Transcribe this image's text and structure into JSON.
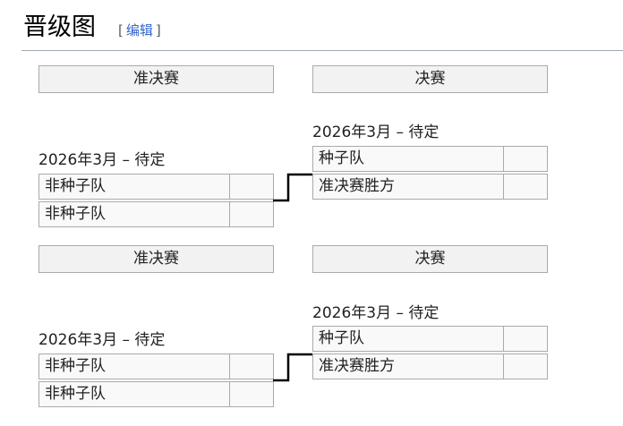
{
  "heading": {
    "title": "晋级图",
    "edit_bracket_open": "[",
    "edit_label": "编辑",
    "edit_bracket_close": "]"
  },
  "brackets": [
    {
      "semifinal": {
        "round_label": "准决赛",
        "date": "2026年3月 – 待定",
        "teams": [
          {
            "name": "非种子队",
            "score": ""
          },
          {
            "name": "非种子队",
            "score": ""
          }
        ]
      },
      "final": {
        "round_label": "决赛",
        "date": "2026年3月 – 待定",
        "teams": [
          {
            "name": "种子队",
            "score": ""
          },
          {
            "name": "准决赛胜方",
            "score": ""
          }
        ]
      }
    },
    {
      "semifinal": {
        "round_label": "准决赛",
        "date": "2026年3月 – 待定",
        "teams": [
          {
            "name": "非种子队",
            "score": ""
          },
          {
            "name": "非种子队",
            "score": ""
          }
        ]
      },
      "final": {
        "round_label": "决赛",
        "date": "2026年3月 – 待定",
        "teams": [
          {
            "name": "种子队",
            "score": ""
          },
          {
            "name": "准决赛胜方",
            "score": ""
          }
        ]
      }
    }
  ],
  "colors": {
    "header_bg": "#f2f2f2",
    "cell_bg": "#f9f9f9",
    "border": "#aaaaaa",
    "connector": "#000000",
    "link": "#3366cc"
  }
}
